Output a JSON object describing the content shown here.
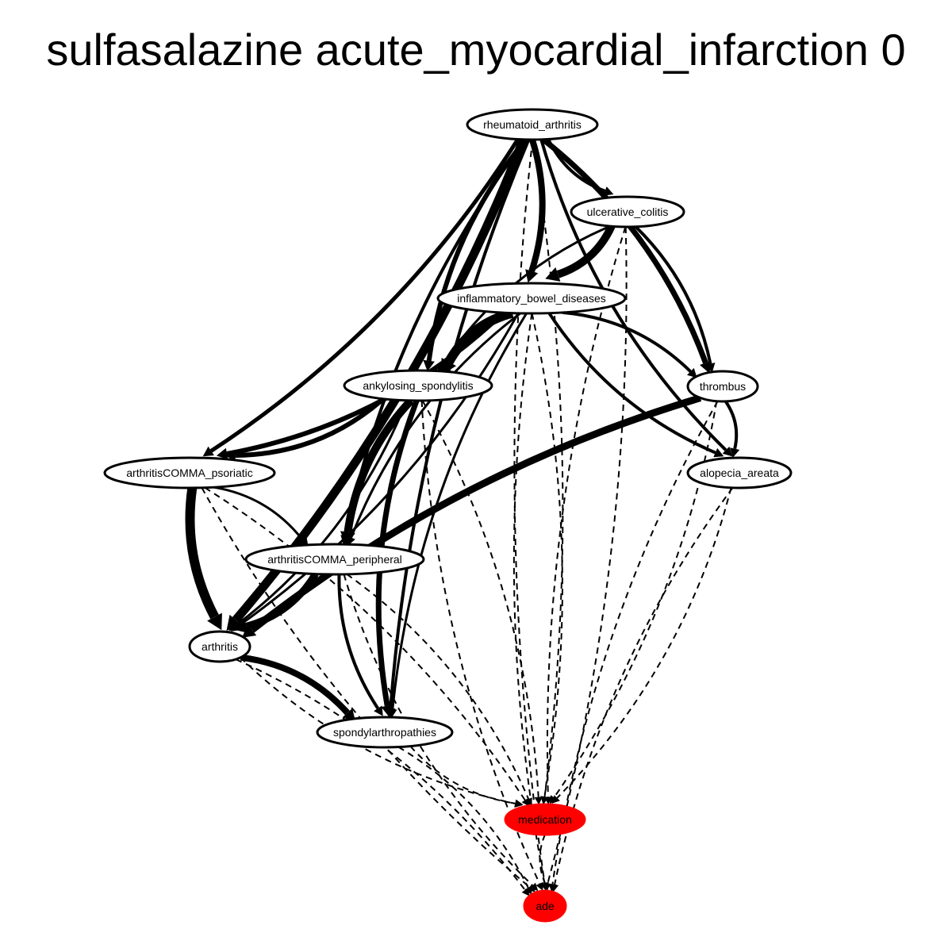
{
  "title": "sulfasalazine acute_myocardial_infarction 0",
  "colors": {
    "highlight": "#ff0000",
    "node_fill": "#ffffff",
    "stroke": "#000000"
  },
  "nodes": [
    {
      "id": "rheumatoid_arthritis",
      "label": "rheumatoid_arthritis",
      "highlight": false
    },
    {
      "id": "ulcerative_colitis",
      "label": "ulcerative_colitis",
      "highlight": false
    },
    {
      "id": "inflammatory_bowel_diseases",
      "label": "inflammatory_bowel_diseases",
      "highlight": false
    },
    {
      "id": "ankylosing_spondylitis",
      "label": "ankylosing_spondylitis",
      "highlight": false
    },
    {
      "id": "thrombus",
      "label": "thrombus",
      "highlight": false
    },
    {
      "id": "arthritisCOMMA_psoriatic",
      "label": "arthritisCOMMA_psoriatic",
      "highlight": false
    },
    {
      "id": "alopecia_areata",
      "label": "alopecia_areata",
      "highlight": false
    },
    {
      "id": "arthritisCOMMA_peripheral",
      "label": "arthritisCOMMA_peripheral",
      "highlight": false
    },
    {
      "id": "arthritis",
      "label": "arthritis",
      "highlight": false
    },
    {
      "id": "spondylarthropathies",
      "label": "spondylarthropathies",
      "highlight": false
    },
    {
      "id": "medication",
      "label": "medication",
      "highlight": true
    },
    {
      "id": "ade",
      "label": "ade",
      "highlight": true
    }
  ],
  "edges": [
    {
      "from": "rheumatoid_arthritis",
      "to": "ulcerative_colitis",
      "weight": 4,
      "style": "solid"
    },
    {
      "from": "rheumatoid_arthritis",
      "to": "inflammatory_bowel_diseases",
      "weight": 8,
      "style": "solid"
    },
    {
      "from": "rheumatoid_arthritis",
      "to": "ankylosing_spondylitis",
      "weight": 6,
      "style": "solid"
    },
    {
      "from": "rheumatoid_arthritis",
      "to": "thrombus",
      "weight": 7,
      "style": "solid"
    },
    {
      "from": "rheumatoid_arthritis",
      "to": "alopecia_areata",
      "weight": 4,
      "style": "solid"
    },
    {
      "from": "rheumatoid_arthritis",
      "to": "arthritisCOMMA_psoriatic",
      "weight": 5,
      "style": "solid"
    },
    {
      "from": "rheumatoid_arthritis",
      "to": "arthritisCOMMA_peripheral",
      "weight": 4,
      "style": "solid"
    },
    {
      "from": "rheumatoid_arthritis",
      "to": "arthritis",
      "weight": 11,
      "style": "solid"
    },
    {
      "from": "rheumatoid_arthritis",
      "to": "spondylarthropathies",
      "weight": 4,
      "style": "solid"
    },
    {
      "from": "rheumatoid_arthritis",
      "to": "medication",
      "weight": 2,
      "style": "dashed"
    },
    {
      "from": "rheumatoid_arthritis",
      "to": "ade",
      "weight": 2,
      "style": "dashed"
    },
    {
      "from": "ulcerative_colitis",
      "to": "inflammatory_bowel_diseases",
      "weight": 10,
      "style": "solid"
    },
    {
      "from": "ulcerative_colitis",
      "to": "ankylosing_spondylitis",
      "weight": 3,
      "style": "solid"
    },
    {
      "from": "ulcerative_colitis",
      "to": "thrombus",
      "weight": 4,
      "style": "solid"
    },
    {
      "from": "ulcerative_colitis",
      "to": "medication",
      "weight": 2,
      "style": "dashed"
    },
    {
      "from": "ulcerative_colitis",
      "to": "ade",
      "weight": 2,
      "style": "dashed"
    },
    {
      "from": "inflammatory_bowel_diseases",
      "to": "ankylosing_spondylitis",
      "weight": 12,
      "style": "solid"
    },
    {
      "from": "inflammatory_bowel_diseases",
      "to": "thrombus",
      "weight": 4,
      "style": "solid"
    },
    {
      "from": "inflammatory_bowel_diseases",
      "to": "alopecia_areata",
      "weight": 4,
      "style": "solid"
    },
    {
      "from": "inflammatory_bowel_diseases",
      "to": "arthritisCOMMA_psoriatic",
      "weight": 6,
      "style": "solid"
    },
    {
      "from": "inflammatory_bowel_diseases",
      "to": "arthritisCOMMA_peripheral",
      "weight": 3,
      "style": "solid"
    },
    {
      "from": "inflammatory_bowel_diseases",
      "to": "arthritis",
      "weight": 3,
      "style": "solid"
    },
    {
      "from": "inflammatory_bowel_diseases",
      "to": "spondylarthropathies",
      "weight": 3,
      "style": "solid"
    },
    {
      "from": "inflammatory_bowel_diseases",
      "to": "medication",
      "weight": 2,
      "style": "dashed"
    },
    {
      "from": "inflammatory_bowel_diseases",
      "to": "ade",
      "weight": 2,
      "style": "dashed"
    },
    {
      "from": "ankylosing_spondylitis",
      "to": "arthritisCOMMA_psoriatic",
      "weight": 6,
      "style": "solid"
    },
    {
      "from": "ankylosing_spondylitis",
      "to": "arthritisCOMMA_peripheral",
      "weight": 10,
      "style": "solid"
    },
    {
      "from": "ankylosing_spondylitis",
      "to": "arthritis",
      "weight": 3,
      "style": "solid"
    },
    {
      "from": "ankylosing_spondylitis",
      "to": "spondylarthropathies",
      "weight": 7,
      "style": "solid"
    },
    {
      "from": "ankylosing_spondylitis",
      "to": "medication",
      "weight": 2,
      "style": "dashed"
    },
    {
      "from": "ankylosing_spondylitis",
      "to": "ade",
      "weight": 2,
      "style": "dashed"
    },
    {
      "from": "thrombus",
      "to": "alopecia_areata",
      "weight": 4,
      "style": "solid"
    },
    {
      "from": "thrombus",
      "to": "arthritis",
      "weight": 9,
      "style": "solid"
    },
    {
      "from": "thrombus",
      "to": "medication",
      "weight": 2,
      "style": "dashed"
    },
    {
      "from": "thrombus",
      "to": "ade",
      "weight": 2,
      "style": "dashed"
    },
    {
      "from": "arthritisCOMMA_psoriatic",
      "to": "arthritisCOMMA_peripheral",
      "weight": 3,
      "style": "solid"
    },
    {
      "from": "arthritisCOMMA_psoriatic",
      "to": "arthritis",
      "weight": 12,
      "style": "solid"
    },
    {
      "from": "arthritisCOMMA_psoriatic",
      "to": "medication",
      "weight": 2,
      "style": "dashed"
    },
    {
      "from": "arthritisCOMMA_psoriatic",
      "to": "ade",
      "weight": 2,
      "style": "dashed"
    },
    {
      "from": "alopecia_areata",
      "to": "medication",
      "weight": 2,
      "style": "dashed"
    },
    {
      "from": "alopecia_areata",
      "to": "ade",
      "weight": 2,
      "style": "dashed"
    },
    {
      "from": "arthritisCOMMA_peripheral",
      "to": "arthritis",
      "weight": 9,
      "style": "solid"
    },
    {
      "from": "arthritisCOMMA_peripheral",
      "to": "spondylarthropathies",
      "weight": 4,
      "style": "solid"
    },
    {
      "from": "arthritisCOMMA_peripheral",
      "to": "medication",
      "weight": 2,
      "style": "dashed"
    },
    {
      "from": "arthritisCOMMA_peripheral",
      "to": "ade",
      "weight": 2,
      "style": "dashed"
    },
    {
      "from": "arthritis",
      "to": "spondylarthropathies",
      "weight": 8,
      "style": "solid"
    },
    {
      "from": "arthritis",
      "to": "medication",
      "weight": 2,
      "style": "dashed"
    },
    {
      "from": "arthritis",
      "to": "ade",
      "weight": 2,
      "style": "dashed"
    },
    {
      "from": "spondylarthropathies",
      "to": "medication",
      "weight": 2,
      "style": "dashed"
    },
    {
      "from": "spondylarthropathies",
      "to": "ade",
      "weight": 2,
      "style": "dashed"
    },
    {
      "from": "medication",
      "to": "ade",
      "weight": 2,
      "style": "dashed"
    }
  ]
}
